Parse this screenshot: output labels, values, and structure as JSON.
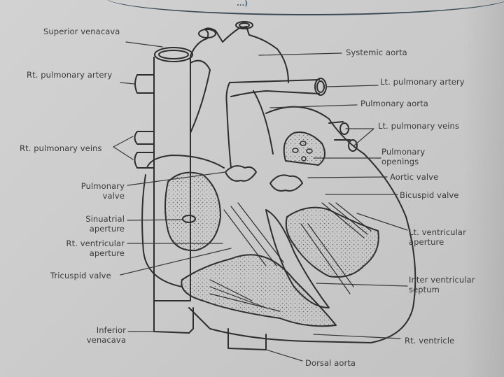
{
  "diagram": {
    "subject": "Internal structure of frog heart (ventral view, sectioned)",
    "header_fragment": "...)"
  },
  "labels": {
    "superior_venacava": "Superior venacava",
    "rt_pulmonary_artery": "Rt. pulmonary artery",
    "rt_pulmonary_veins": "Rt. pulmonary veins",
    "pulmonary_valve_1": "Pulmonary",
    "pulmonary_valve_2": "valve",
    "sinuatrial_aperture_1": "Sinuatrial",
    "sinuatrial_aperture_2": "aperture",
    "rt_ventricular_aperture_1": "Rt.  ventricular",
    "rt_ventricular_aperture_2": "aperture",
    "tricuspid_valve": "Tricuspid valve",
    "inferior_venacava_1": "Inferior",
    "inferior_venacava_2": "venacava",
    "systemic_aorta": "Systemic aorta",
    "lt_pulmonary_artery": "Lt. pulmonary artery",
    "pulmonary_aorta": "Pulmonary aorta",
    "lt_pulmonary_veins": "Lt. pulmonary veins",
    "pulmonary_openings_1": "Pulmonary",
    "pulmonary_openings_2": "openings",
    "aortic_valve": "Aortic valve",
    "bicuspid_valve": "Bicuspid valve",
    "lt_ventricular_aperture_1": "Lt. ventricular",
    "lt_ventricular_aperture_2": "aperture",
    "inter_ventricular_septum_1": "Inter ventricular",
    "inter_ventricular_septum_2": "septum",
    "rt_ventricle": "Rt. ventricle",
    "dorsal_aorta": "Dorsal aorta"
  },
  "colors": {
    "paper": "#cbcbcb",
    "ink": "#2e2e2e",
    "label_text": "#3a3a3a"
  }
}
